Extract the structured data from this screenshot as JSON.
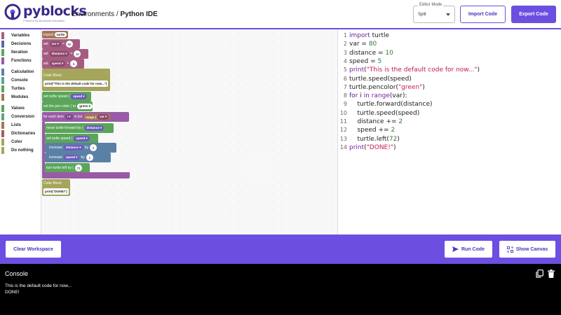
{
  "header": {
    "logo_text": "pyblocks",
    "logo_subtitle": "Powered By Brookside Education",
    "breadcrumb_parent": "Environments",
    "breadcrumb_sep": " / ",
    "breadcrumb_current": "Python IDE",
    "editor_mode_label": "Editor Mode",
    "editor_mode_value": "Split",
    "import_label": "Import Code",
    "export_label": "Export Code",
    "accent_color": "#6c4fe0"
  },
  "toolbox": {
    "categories": [
      {
        "label": "Variables",
        "color": "#a65c81"
      },
      {
        "label": "Decisions",
        "color": "#5b67a5"
      },
      {
        "label": "Iteration",
        "color": "#5ba55b"
      },
      {
        "label": "Functions",
        "color": "#995ba5"
      },
      {
        "label": "Calculation",
        "color": "#5b80a5"
      },
      {
        "label": "Console",
        "color": "#5ba58c"
      },
      {
        "label": "Turtles",
        "color": "#5ba55b"
      },
      {
        "label": "Modules",
        "color": "#a5745b"
      },
      {
        "label": "Values",
        "color": "#5ba55b"
      },
      {
        "label": "Conversion",
        "color": "#5ba580"
      },
      {
        "label": "Lists",
        "color": "#a5745b"
      },
      {
        "label": "Dictionaries",
        "color": "#a55b5b"
      },
      {
        "label": "Color",
        "color": "#a5a55b"
      },
      {
        "label": "Do nothing",
        "color": "#a5a55b"
      }
    ]
  },
  "blocks": {
    "import_kw": "import",
    "import_mod": "turtle",
    "set_kw": "set",
    "var1": "var",
    "var2": "distance",
    "var3": "speed",
    "eq": "=",
    "val1": "80",
    "val2": "10",
    "val3": "5",
    "code_block_label": "Code Block:",
    "code_block_1": "print(\"This is the default code for now...\")",
    "set_turtle_speed": "set turtle speed (",
    "speed_ref": "speed",
    "set_pen_color": "set the pen color (",
    "to": "to",
    "green": "green",
    "for_each": "for each item",
    "i_var": "i",
    "in_list": "in list",
    "range_kw": "range (",
    "var_ref": "var",
    "move_forward": "move turtle forward by (",
    "distance_ref": "distance",
    "increase": "increase",
    "by": "by",
    "inc1": "2",
    "inc2": "2",
    "turn_left": "turn turtle left by (",
    "turn_val": "72",
    "code_block_2": "print(\"DONE!\")"
  },
  "editor": {
    "lines": [
      "import turtle",
      "var = 80",
      "distance = 10",
      "speed = 5",
      "print(\"This is the default code for now...\")",
      "turtle.speed(speed)",
      "turtle.pencolor(\"green\")",
      "for i in range(var):",
      "    turtle.forward(distance)",
      "    turtle.speed(speed)",
      "    distance += 2",
      "    speed += 2",
      "    turtle.left(72)",
      "print(\"DONE!\")"
    ]
  },
  "actions": {
    "clear_label": "Clear Workspace",
    "run_label": "Run Code",
    "show_canvas_label": "Show Canvas"
  },
  "console": {
    "title": "Console",
    "output": "This is the default code for now...\nDONE!"
  },
  "icons": [
    "logo-icon",
    "chevron-down-icon",
    "play-icon",
    "canvas-icon",
    "copy-icon",
    "trash-icon",
    "zoom-center-icon",
    "zoom-in-icon",
    "zoom-out-icon"
  ]
}
